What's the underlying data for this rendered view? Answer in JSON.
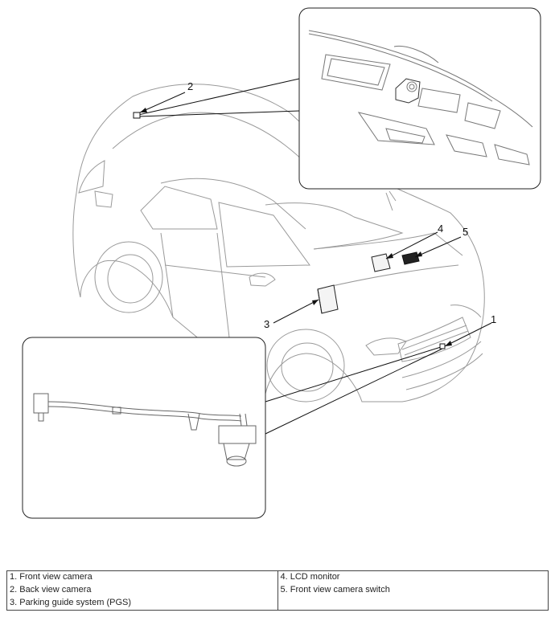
{
  "callouts": {
    "c1": "1",
    "c2": "2",
    "c3": "3",
    "c4": "4",
    "c5": "5"
  },
  "legend": {
    "left": [
      "1. Front view camera",
      "2. Back view camera",
      "3. Parking guide system (PGS)"
    ],
    "right": [
      "4. LCD monitor",
      "5. Front view camera switch",
      ""
    ]
  }
}
